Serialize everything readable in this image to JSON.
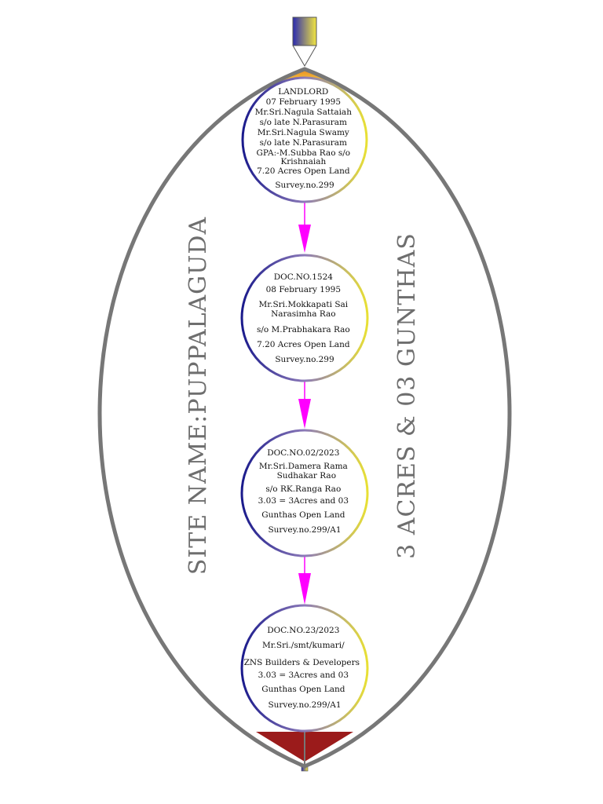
{
  "site_name": "SITE NAME:PUPPALAGUDA",
  "area_label": "3 ACRES & 03 GUNTHAS",
  "nodes": [
    {
      "lines": [
        "LANDLORD",
        "07 February 1995",
        "Mr.Sri.Nagula Sattaiah",
        "s/o late N.Parasuram",
        "Mr.Sri.Nagula Swamy",
        "s/o late N.Parasuram",
        "GPA:-M.Subba Rao s/o",
        "Krishnaiah",
        "7.20 Acres Open Land",
        "Survey.no.299"
      ]
    },
    {
      "lines": [
        "DOC.NO.1524",
        "08 February 1995",
        "Mr.Sri.Mokkapati Sai",
        "Narasimha Rao",
        "s/o M.Prabhakara Rao",
        "7.20 Acres Open Land",
        "Survey.no.299"
      ]
    },
    {
      "lines": [
        "DOC.NO.02/2023",
        "Mr.Sri.Damera Rama",
        "Sudhakar Rao",
        "s/o RK.Ranga Rao",
        "3.03 = 3Acres and 03",
        "Gunthas Open Land",
        "Survey.no.299/A1"
      ]
    },
    {
      "lines": [
        "DOC.NO.23/2023",
        "Mr.Sri./smt/kumari/",
        "ZNS Builders & Developers",
        "3.03 = 3Acres and 03",
        "Gunthas Open Land",
        "Survey.no.299/A1"
      ]
    }
  ],
  "colors": {
    "outline": "#777777",
    "arrow": "#ff00ff",
    "circle_left": "#1a1a8c",
    "circle_right": "#e8e034",
    "bottom_wedge": "#9b1b1b",
    "top_wedge": "#e8821a"
  }
}
